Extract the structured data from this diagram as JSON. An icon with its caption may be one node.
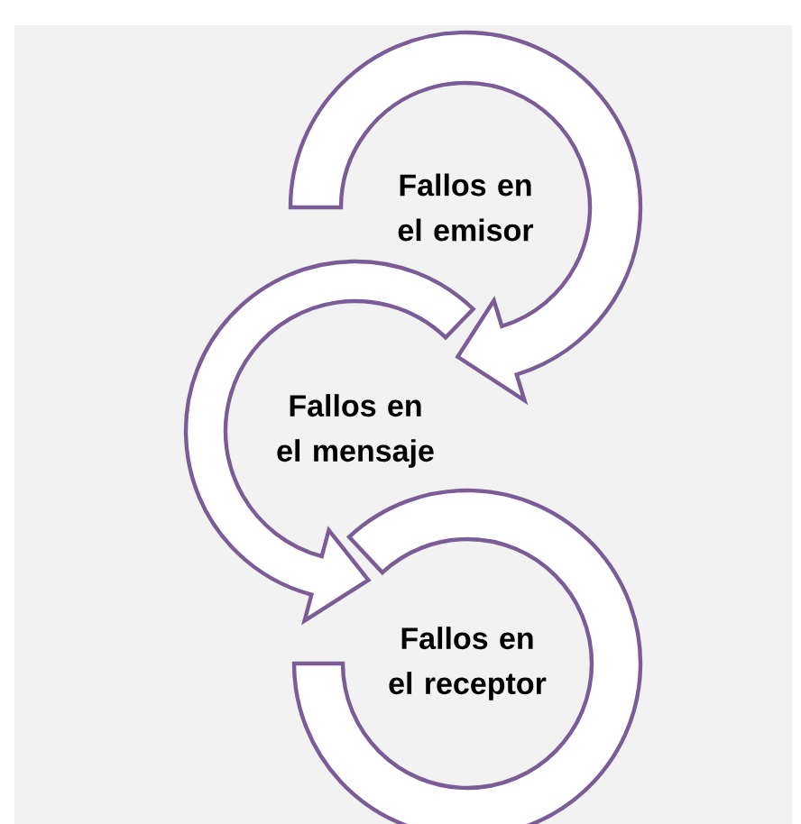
{
  "diagram": {
    "nodes": [
      {
        "text": [
          "Fallos en el emisor"
        ]
      },
      {
        "text": [
          "Fallos en el mensaje"
        ]
      },
      {
        "text": [
          "Fallos en el receptor"
        ]
      }
    ],
    "edges": [
      {
        "from": 0,
        "to": 1,
        "arrow": "to"
      },
      {
        "from": 1,
        "to": 2,
        "arrow": "to"
      }
    ]
  }
}
